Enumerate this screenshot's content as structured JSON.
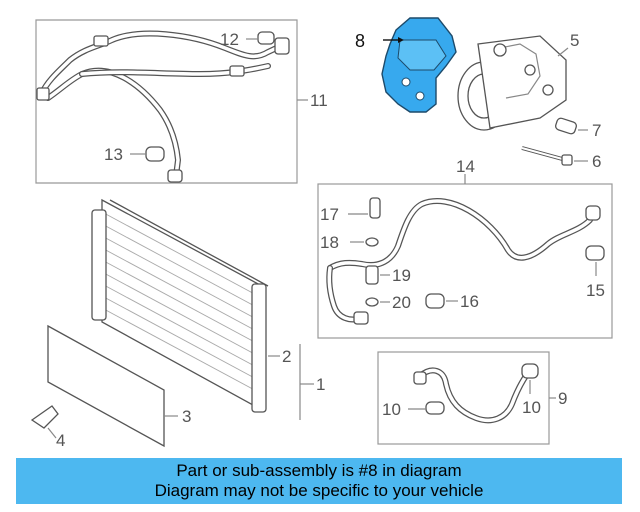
{
  "colors": {
    "highlight_part": "#37a9ee",
    "banner_background": "#4db8f0",
    "line": "#888888",
    "callout_text": "#555555"
  },
  "callouts": {
    "c1": "1",
    "c2": "2",
    "c3": "3",
    "c4": "4",
    "c5": "5",
    "c6": "6",
    "c7": "7",
    "c8": "8",
    "c9": "9",
    "c10a": "10",
    "c10b": "10",
    "c11": "11",
    "c12": "12",
    "c13": "13",
    "c14": "14",
    "c15": "15",
    "c16": "16",
    "c17": "17",
    "c18": "18",
    "c19": "19",
    "c20": "20"
  },
  "banner": {
    "line1": "Part or sub-assembly is #8 in diagram",
    "line2": "Diagram may not be specific to your vehicle"
  }
}
